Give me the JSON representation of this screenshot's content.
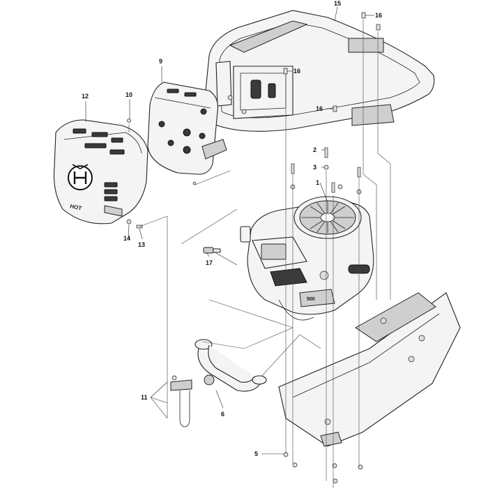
{
  "callouts": {
    "c1": "1",
    "c2": "2",
    "c3": "3",
    "c5": "5",
    "c6": "6",
    "c9": "9",
    "c10": "10",
    "c11": "11",
    "c12": "12",
    "c13": "13",
    "c14": "14",
    "c15": "15",
    "c16a": "16",
    "c16b": "16",
    "c16c": "16",
    "c17": "17"
  },
  "hood_embossing": "HOT",
  "engine_label": "500"
}
